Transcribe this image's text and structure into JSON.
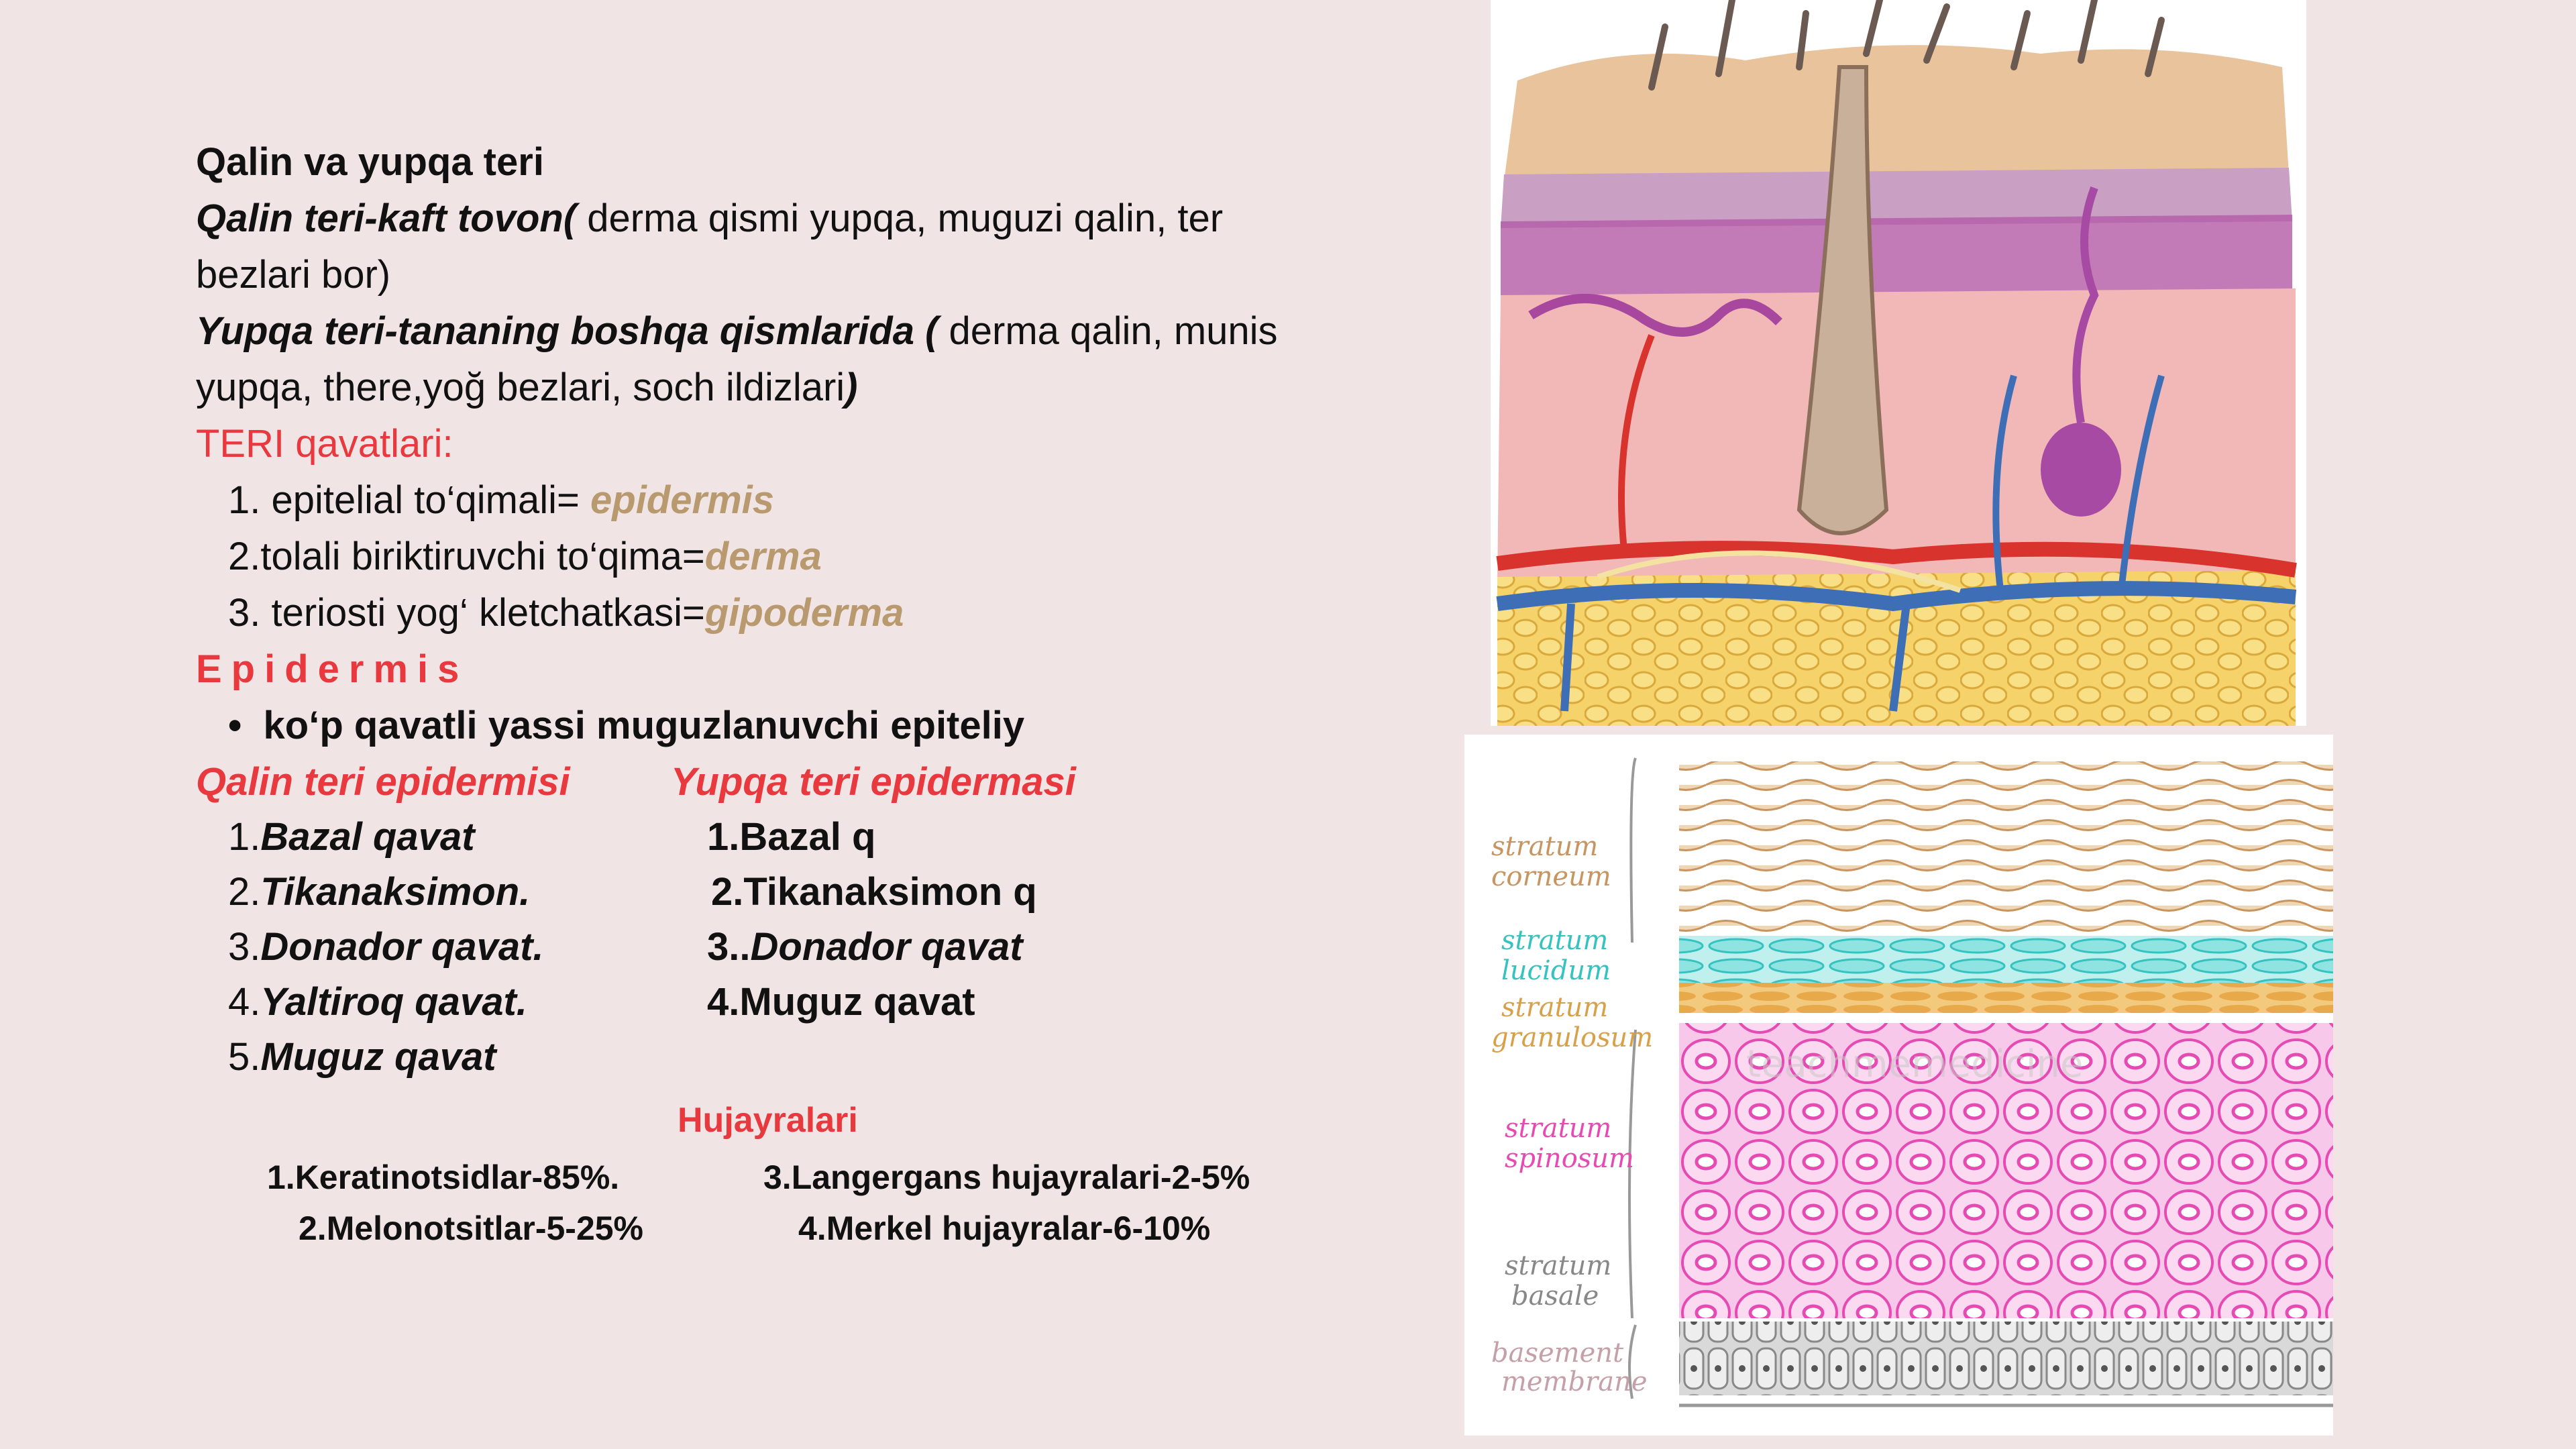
{
  "text": {
    "title": "Qalin va yupqa teri",
    "thick_label": "Qalin teri-kaft tovon(",
    "thick_desc_1": " derma qismi yupqa, muguzi  qalin, ter",
    "thick_desc_2": "bezlari bor)",
    "thin_label": "Yupqa teri-tananing boshqa qismlarida (",
    "thin_desc_1": " derma qalin, munis",
    "thin_desc_2": "yupqa, there,yoğ bezlari, soch ildizlari",
    "thin_close": ")",
    "layers_title": "TERI qavatlari:",
    "layer1_text": "1.  epitelial to‘qimali= ",
    "layer1_term": "epidermis",
    "layer2_text": "2.tolali biriktiruvchi to‘qima=",
    "layer2_term": "derma",
    "layer3_text": "3.  teriosti yog‘ kletchatkasi=",
    "layer3_term": "gipoderma",
    "epidermis_title": "Epidermis",
    "bullet": "ko‘p qavatli yassi muguzlanuvchi epiteliy",
    "thick_epi_title": "Qalin teri epidermisi",
    "thin_epi_title": "Yupqa teri epidermasi"
  },
  "thick_list": [
    {
      "num": "1.",
      "label": "Bazal qavat"
    },
    {
      "num": "2.",
      "label": "Tikanaksimon."
    },
    {
      "num": "3.",
      "label": "Donador qavat."
    },
    {
      "num": "4.",
      "label": "Yaltiroq qavat."
    },
    {
      "num": "5.",
      "label": "Muguz qavat"
    }
  ],
  "thin_list": [
    {
      "num": "1.",
      "label": "Bazal q"
    },
    {
      "num": "2.",
      "label": "Tikanaksimon q"
    },
    {
      "num": "3..",
      "label": "Donador qavat"
    },
    {
      "num": "4.",
      "label": "Muguz qavat"
    }
  ],
  "cells": {
    "title": "Hujayralari",
    "c1": "1.Keratinotsidlar-85%.",
    "c2": "2.Melonotsitlar-5-25%",
    "c3": "3.Langergans hujayralari-2-5%",
    "c4": "4.Merkel hujayralar-6-10%"
  },
  "diagram_labels": {
    "corneum": [
      "stratum",
      "corneum"
    ],
    "lucidum": [
      "stratum",
      "lucidum"
    ],
    "granulosum": [
      "stratum",
      "granulosum"
    ],
    "spinosum": [
      "stratum",
      "spinosum"
    ],
    "basale": [
      "stratum",
      "basale"
    ],
    "membrane": [
      "basement",
      "membrane"
    ],
    "watermark": "teachmemedicine"
  },
  "colors": {
    "background": "#f0e4e5",
    "red": "#e8393f",
    "tan": "#b89a6e"
  }
}
